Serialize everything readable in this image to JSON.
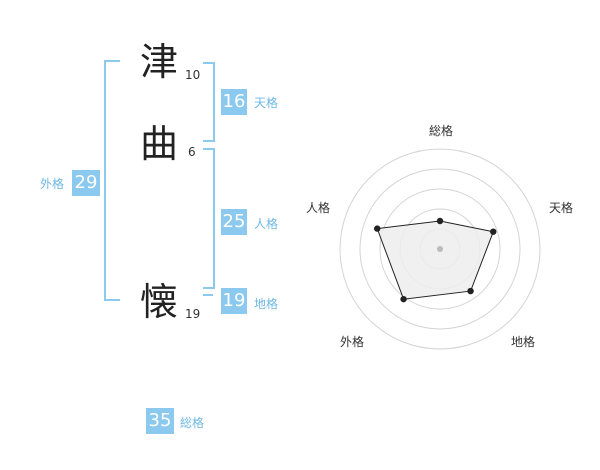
{
  "name": {
    "characters": [
      {
        "char": "津",
        "strokes": "10"
      },
      {
        "char": "曲",
        "strokes": "6"
      },
      {
        "char": "懐",
        "strokes": "19"
      }
    ]
  },
  "kaku": {
    "tenkaku": {
      "label": "天格",
      "value": "16"
    },
    "jinkaku": {
      "label": "人格",
      "value": "25"
    },
    "chikaku": {
      "label": "地格",
      "value": "19"
    },
    "gaikaku": {
      "label": "外格",
      "value": "29"
    },
    "soukaku": {
      "label": "総格",
      "value": "35"
    }
  },
  "radar": {
    "axes": [
      "総格",
      "天格",
      "地格",
      "外格",
      "人格"
    ],
    "levels": [
      0.28,
      0.56,
      0.52,
      0.62,
      0.66
    ],
    "colors": {
      "fill": "#ededed",
      "stroke": "#222222",
      "grid": "#d4d4d4",
      "center": "#bbbbbb"
    }
  }
}
